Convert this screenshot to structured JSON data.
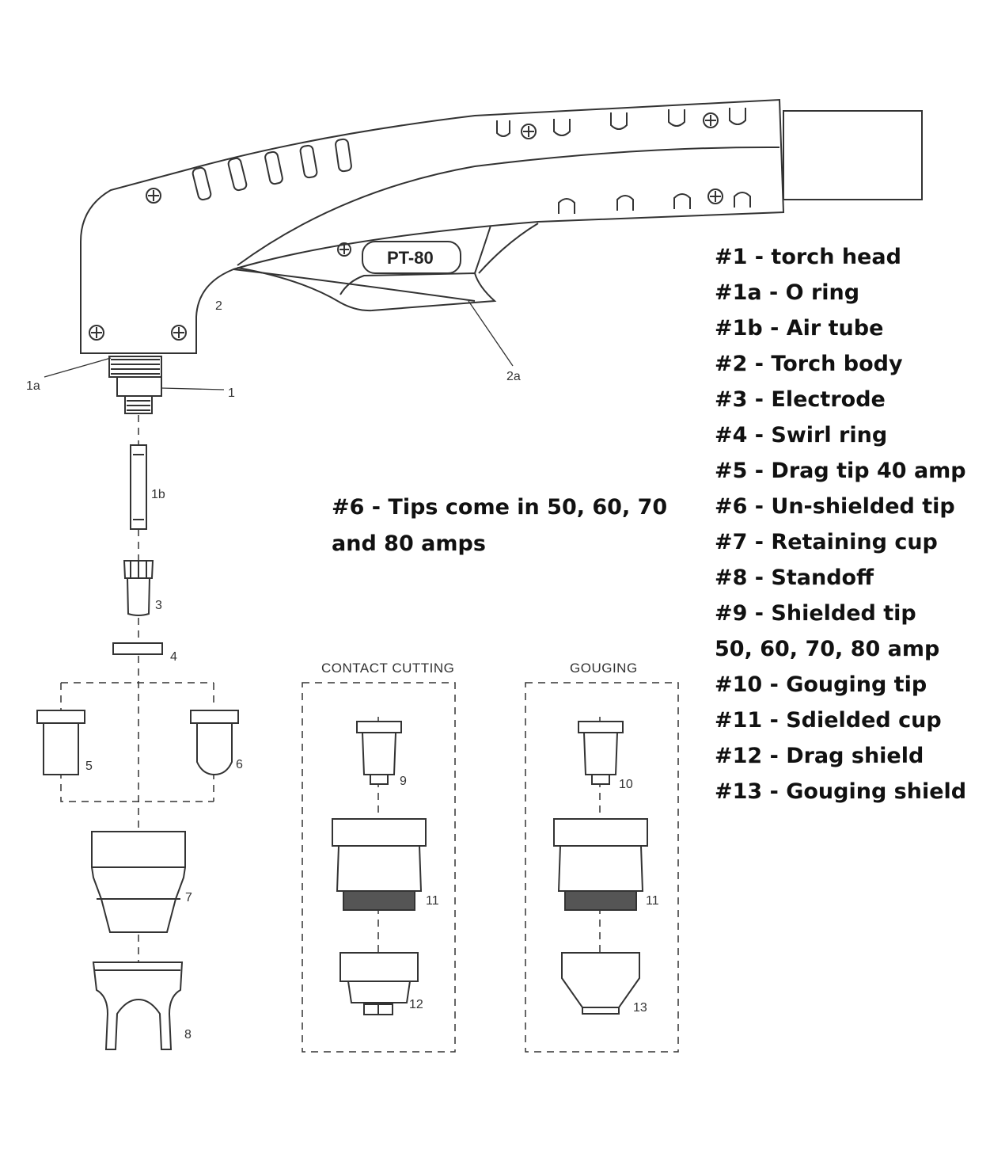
{
  "diagram": {
    "logo_text": "PT-80",
    "callouts": {
      "c1a": "1a",
      "c1": "1",
      "c1b": "1b",
      "c2": "2",
      "c2a": "2a",
      "c3": "3",
      "c4": "4",
      "c5": "5",
      "c6": "6",
      "c7": "7",
      "c8": "8",
      "c9": "9",
      "c10": "10",
      "c11a": "11",
      "c11b": "11",
      "c12": "12",
      "c13": "13"
    },
    "boxes": {
      "contact_cutting": "CONTACT CUTTING",
      "gouging": "GOUGING"
    }
  },
  "legend": [
    "#1 - torch head",
    "#1a - O ring",
    "#1b - Air tube",
    "#2 - Torch body",
    "#3 - Electrode",
    "#4 - Swirl ring",
    "#5 - Drag tip 40 amp",
    "#6 - Un-shielded tip",
    "#7 - Retaining cup",
    "#8 - Standoff",
    "#9 - Shielded tip",
    "50, 60, 70, 80 amp",
    "#10 - Gouging tip",
    "#11 - Sdielded cup",
    "#12 - Drag shield",
    "#13 - Gouging shield"
  ],
  "note": "#6 - Tips come in 50, 60, 70 and 80 amps"
}
